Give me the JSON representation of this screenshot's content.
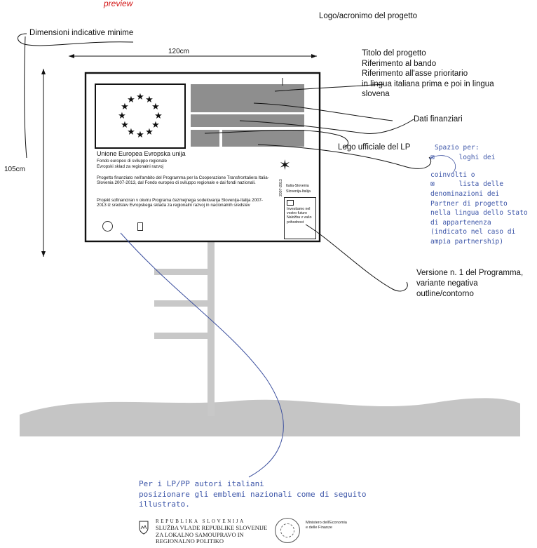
{
  "preview": "preview",
  "labels": {
    "min_dimensions": "Dimensioni indicative minime",
    "width": "120cm",
    "height": "105cm",
    "logo_acronym": "Logo/acronimo del progetto",
    "project_title_lines": [
      "Titolo del progetto",
      "Riferimento al bando",
      "Riferimento all'asse prioritario",
      "in lingua italiana prima e poi in lingua",
      "slovena"
    ],
    "financial_data": "Dati finanziari",
    "lp_logo": "Logo ufficiale del LP",
    "space_for": {
      "heading": "Spazio per:",
      "bullet": "⊠",
      "item1": "loghi dei",
      "item1b": "coinvolti o",
      "item2": "lista delle",
      "rest": [
        "denominazioni dei",
        "Partner di progetto",
        "nella lingua dello Stato",
        "di appartenenza",
        "(indicato nel caso di",
        "ampia partnership)"
      ]
    },
    "version_lines": [
      "Versione n. 1 del Programma,",
      "variante negativa",
      "outline/contorno"
    ]
  },
  "board": {
    "eu_title": "Unione Europea   Evropska unija",
    "eu_sub1": "Fondo europeo di sviluppo regionale",
    "eu_sub2": "Evropski sklad za regionalni razvoj",
    "text_it": "Progetto finanziato nell'ambito del Programma per la Cooperazione Transfrontaliera Italia-Slovenia 2007-2013, dal Fondo europeo di sviluppo regionale e dai fondi nazionali.",
    "text_sl": "Projekt sofinanciran v okviru Programa čezmejnega sodelovanja Slovenija-Italija 2007-2013 iz sredstev  Evropskega sklada za regionalni razvoj in nacionalnih sredstev",
    "prog_year": "2007-2013",
    "prog_it": "Italia-Slovenia",
    "prog_sl": "Slovenija-Italija",
    "prog_box_lines": [
      "Investiamo nel",
      "vostro futuro",
      "Naložba v vašo",
      "prihodnost"
    ]
  },
  "note": {
    "lines": [
      "Per i LP/PP autori italiani",
      "posizionare  gli emblemi nazionali come di seguito",
      "illustrato."
    ]
  },
  "emblems": {
    "si_line1": "REPUBLIKA SLOVENIJA",
    "si_line2": "SLUŽBA VLADE REPUBLIKE SLOVENIJE",
    "si_line3": "ZA LOKALNO SAMOUPRAVO IN",
    "si_line4": "REGIONALNO POLITIKO",
    "it_line1": "Ministero dell'Economia",
    "it_line2": "e delle Finanze"
  },
  "colors": {
    "ground": "#c5c5c5",
    "post": "#c8c8c8",
    "gray_bar": "#8e8e8e",
    "leader_dark": "#222222",
    "leader_blue": "#3b4f9e",
    "annotation_blue": "#3c55a8"
  }
}
